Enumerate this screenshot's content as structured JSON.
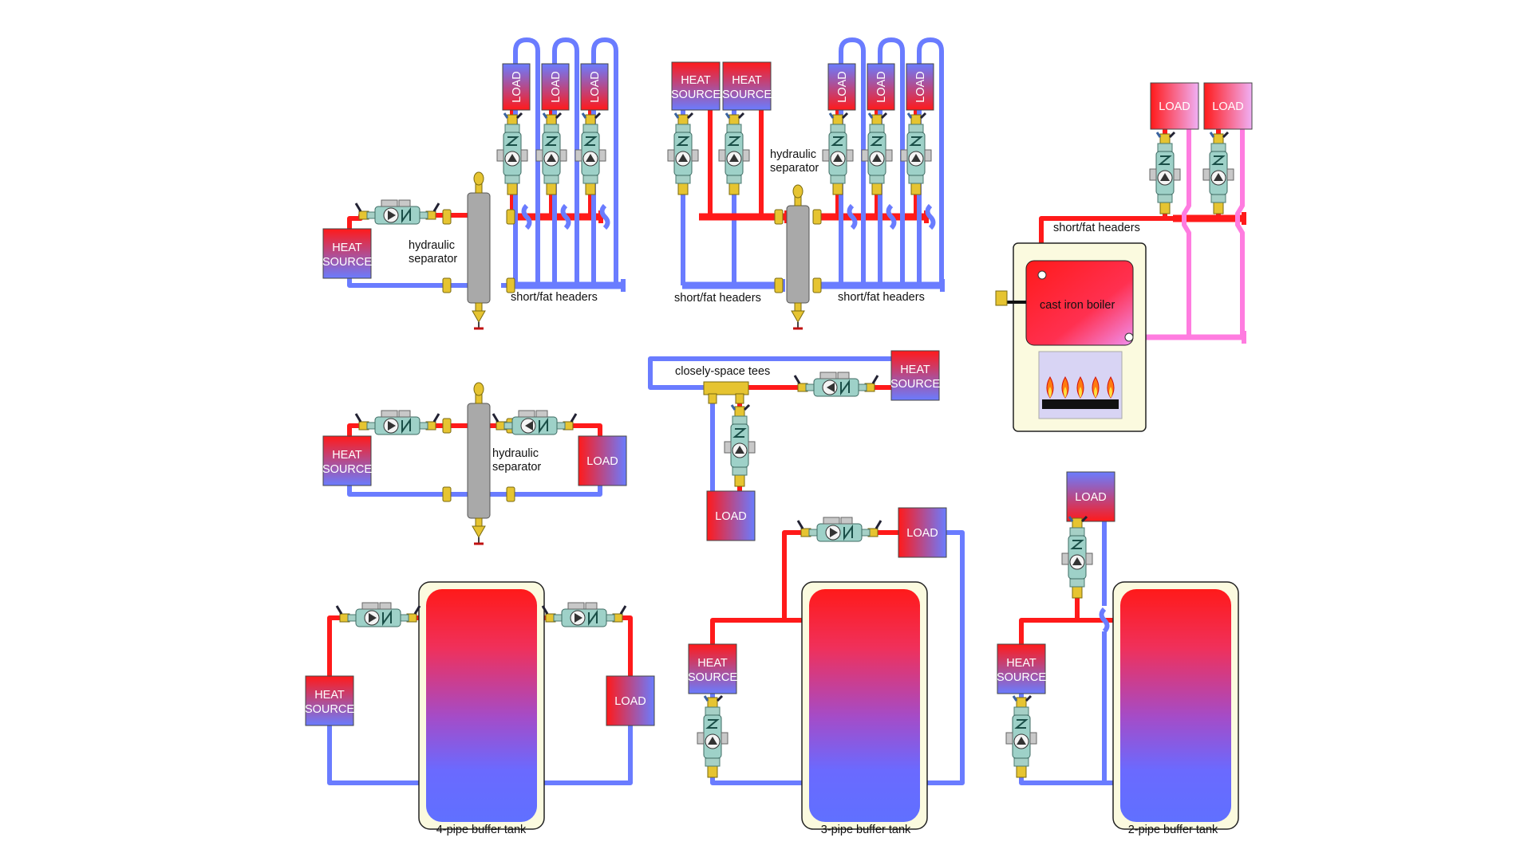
{
  "colors": {
    "supply": "#ff1a1a",
    "return": "#6a7cff",
    "boiler_return": "#ff7ce0",
    "brass": "#e6c431",
    "separator": "#a9a9a9",
    "tank_jacket": "#fbfadf"
  },
  "labels": {
    "heat_source": [
      "HEAT",
      "SOURCE"
    ],
    "load": "LOAD",
    "hydraulic_separator": [
      "hydraulic",
      "separator"
    ],
    "short_fat_headers": "short/fat headers",
    "closely_space_tees": "closely-space tees",
    "cast_iron_boiler": "cast iron boiler",
    "four_pipe_buffer_tank": "4-pipe buffer tank",
    "three_pipe_buffer_tank": "3-pipe buffer tank",
    "two_pipe_buffer_tank": "2-pipe buffer tank"
  },
  "icons": [
    "circulator-icon",
    "valve-icon",
    "air-vent-icon",
    "drain-valve-icon",
    "burner-flame-icon",
    "relief-valve-icon"
  ]
}
